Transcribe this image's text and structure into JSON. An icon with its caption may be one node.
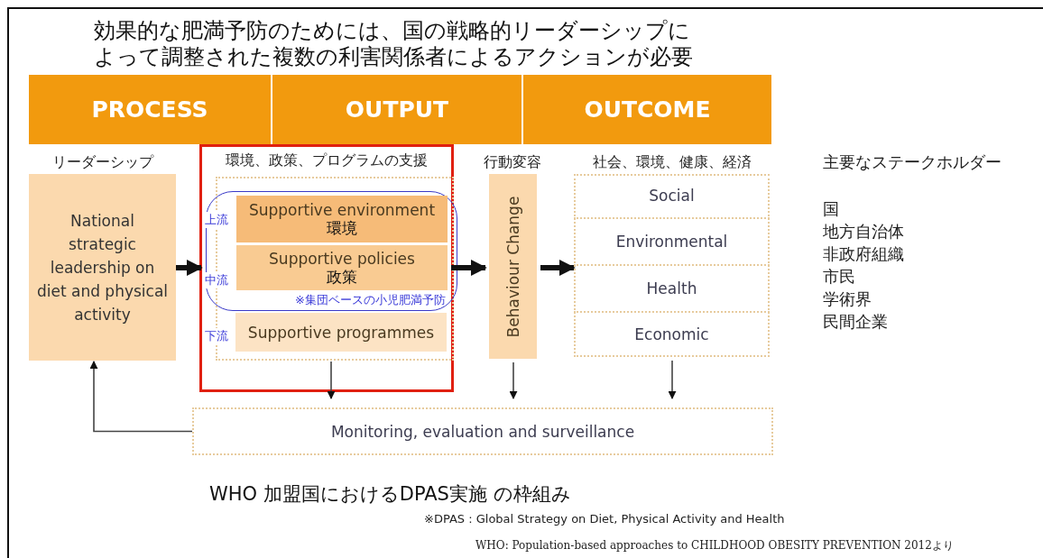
{
  "diagram": {
    "title": "効果的な肥満予防のためには、国の戦略的リーダーシップによって調整された複数の利害関係者によるアクションが必要",
    "caption": "WHO 加盟国におけるDPAS実施 の枠組み",
    "nodes": [
      {
        "text": [
          "PROCESS"
        ]
      },
      {
        "text": [
          "OUTPUT"
        ]
      },
      {
        "text": [
          "OUTCOME"
        ]
      },
      {
        "text": [
          "リーダーシップ",
          "National strategic leadership on diet and physical activity"
        ]
      },
      {
        "text": [
          "環境、政策、プログラムの支援"
        ]
      },
      {
        "text": [],
        "shape": "box",
        "in": 4
      },
      {
        "text": [
          "※集団ベースの小児肥満予防"
        ],
        "in": 5
      },
      {
        "text": [
          "Supportive environment",
          "環境"
        ],
        "in": 6
      },
      {
        "text": [
          "Supportive policies",
          "政策"
        ],
        "in": 6
      },
      {
        "text": [
          "Supportive programmes"
        ],
        "in": 5
      },
      {
        "text": [
          "行動変容",
          "Behaviour Change"
        ]
      },
      {
        "text": [
          "社会、環境、健康、経済"
        ]
      },
      {
        "text": [
          "Social"
        ],
        "in": 11
      },
      {
        "text": [
          "Environmental"
        ],
        "in": 11
      },
      {
        "text": [
          "Health"
        ],
        "in": 11
      },
      {
        "text": [
          "Economic"
        ],
        "in": 11
      },
      {
        "text": [
          "Monitoring, evaluation and surveillance"
        ]
      }
    ],
    "edges": [
      {
        "from": 3,
        "to": 6,
        "arrow": "to",
        "style": "thick"
      },
      {
        "from": 5,
        "to": 10,
        "arrow": "to",
        "style": "thick"
      },
      {
        "from": 10,
        "to": 11,
        "arrow": "to",
        "style": "thick"
      },
      {
        "from": 5,
        "to": 16,
        "arrow": "to"
      },
      {
        "from": 10,
        "to": 16,
        "arrow": "to"
      },
      {
        "from": 11,
        "to": 16,
        "arrow": "to"
      },
      {
        "from": 16,
        "to": 3,
        "arrow": "to"
      }
    ],
    "labels": [
      "上流",
      "中流",
      "下流",
      "主要なステークホルダー",
      "国",
      "地方自治体",
      "非政府組織",
      "市民",
      "学術界",
      "民間企業",
      "※DPAS : Global Strategy on Diet, Physical Activity and Health",
      "WHO: Population-based approaches to CHILDHOOD OBESITY PREVENTION 2012より"
    ]
  }
}
